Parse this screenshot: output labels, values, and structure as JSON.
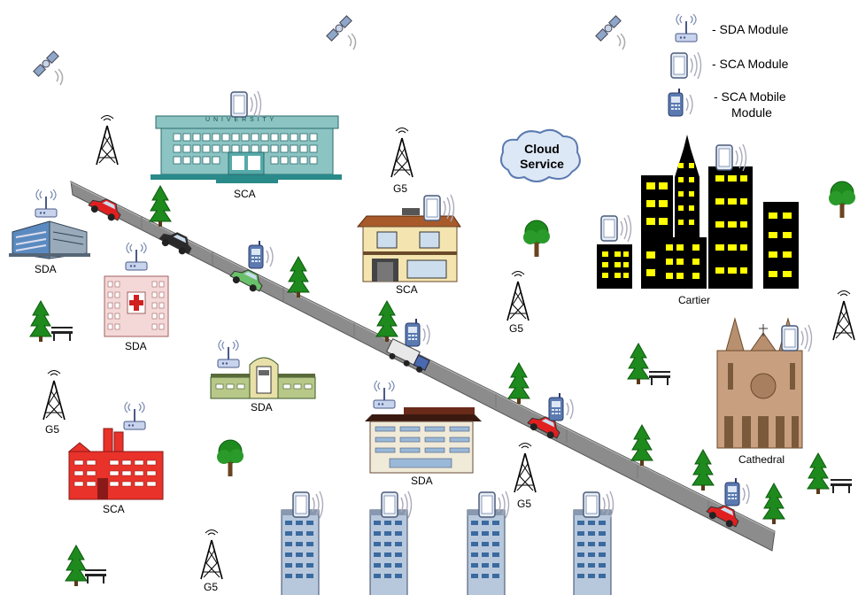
{
  "legend": {
    "sda": "- SDA Module",
    "sca": "- SCA Module",
    "sca_mobile_line1": "- SCA Mobile",
    "sca_mobile_line2": "Module"
  },
  "cloud": {
    "line1": "Cloud",
    "line2": "Service"
  },
  "labels": {
    "university": "SCA",
    "university_sign": "U N I V E R S I T Y",
    "office_left": "SDA",
    "hospital": "SDA",
    "house": "SCA",
    "station": "SDA",
    "factory": "SCA",
    "hotel": "SDA",
    "cartier": "Cartier",
    "cathedral": "Cathedral",
    "g5_center_top": "G5",
    "g5_center": "G5",
    "g5_left": "G5",
    "g5_bottom_left": "G5",
    "g5_bottom_mid": "G5"
  },
  "colors": {
    "road": "#8c8c8c",
    "university": "#7fb8b8",
    "factory": "#e8322a",
    "tower_blue": "#b8c8dc",
    "night_building": "#000000",
    "window_yellow": "#ffff00",
    "cathedral": "#c8a080",
    "tree": "#1e8a1e"
  }
}
